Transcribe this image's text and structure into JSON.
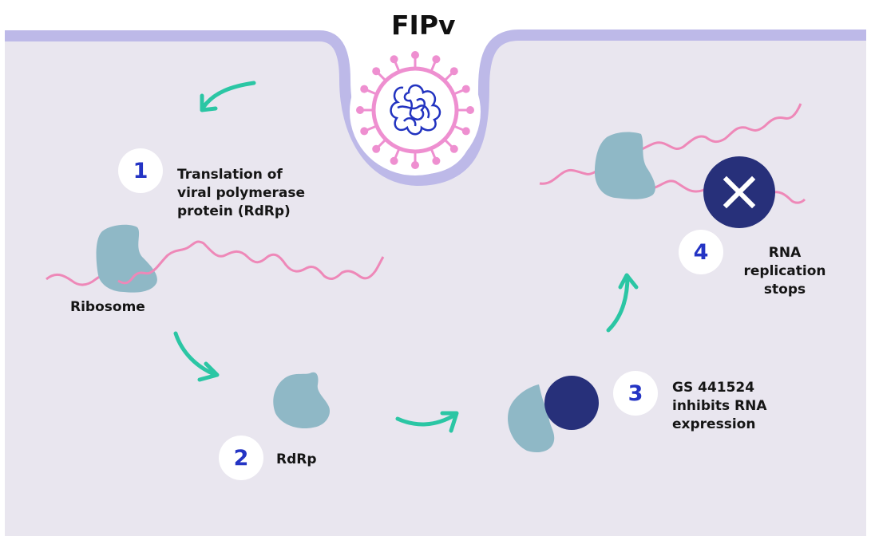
{
  "title": "FIPv",
  "colors": {
    "membrane": "#bdb9e8",
    "cytoplasm": "#e9e6ef",
    "virus_envelope": "#ee8fd0",
    "rna_genome": "#2233c0",
    "ribosome": "#8fb8c6",
    "mrna": "#ee88b8",
    "arrow": "#2bc6a4",
    "inhibitor": "#27307a",
    "badge_number": "#2434c4"
  },
  "steps": [
    {
      "number": "1",
      "text_lines": [
        "Translation of",
        "viral polymerase",
        "protein (RdRp)"
      ]
    },
    {
      "number": "2",
      "text_lines": [
        "RdRp"
      ]
    },
    {
      "number": "3",
      "text_lines": [
        "GS 441524",
        "inhibits RNA",
        "expression"
      ]
    },
    {
      "number": "4",
      "text_lines": [
        "RNA",
        "replication",
        "stops"
      ]
    }
  ],
  "labels": {
    "ribosome": "Ribosome"
  },
  "icons": {
    "stop": "close-x-icon"
  }
}
